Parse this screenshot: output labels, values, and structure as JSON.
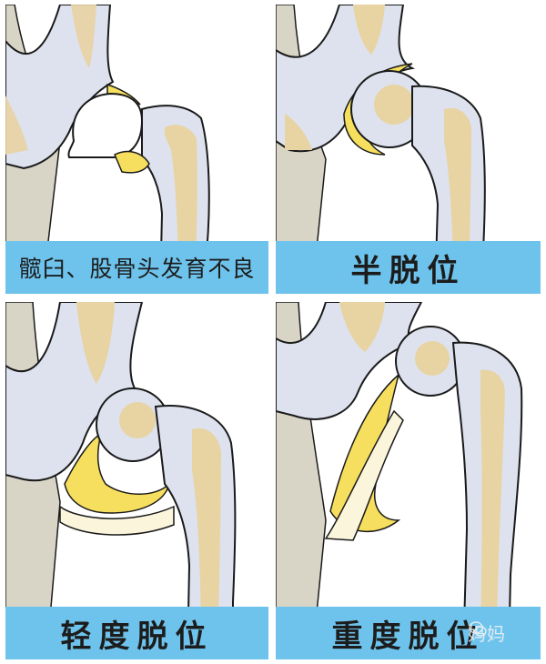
{
  "panels": [
    {
      "caption": "髋臼、股骨头发育不良"
    },
    {
      "caption": "半脱位"
    },
    {
      "caption": "轻度脱位"
    },
    {
      "caption": "重度脱位"
    }
  ],
  "watermark": {
    "text": "妈妈"
  },
  "colors": {
    "bone": "#dde2ee",
    "marrow": "#e8d3a3",
    "cartilage": "#f6df5e",
    "pale_cartilage": "#fbf5dc",
    "outline": "#1a1a1a",
    "caption_bg": "#6ec3ec",
    "background_tissue": "#d9d5c6"
  }
}
